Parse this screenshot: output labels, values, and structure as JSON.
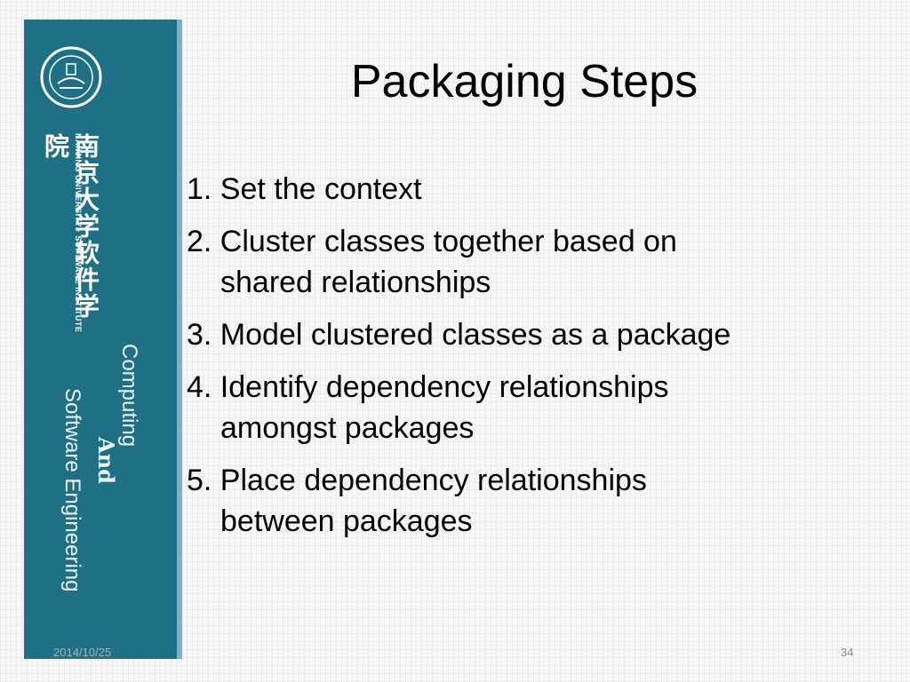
{
  "slide": {
    "title": "Packaging Steps",
    "steps": [
      {
        "line1": "1. Set the context",
        "line2": ""
      },
      {
        "line1": "2. Cluster classes together based on",
        "line2": "shared relationships"
      },
      {
        "line1": "3. Model clustered classes as a package",
        "line2": ""
      },
      {
        "line1": "4. Identify dependency relationships",
        "line2": "amongst packages"
      },
      {
        "line1": "5. Place dependency relationships",
        "line2": "between packages"
      }
    ],
    "date": "2014/10/25",
    "page_number": "34"
  },
  "sidebar": {
    "university_cn": "南京大学软件学院",
    "university_en": "NANJING UNIVERSITY · SOFTWARE INSTITUTE",
    "tagline_line1": "Computing",
    "tagline_line2": "And",
    "tagline_line3": "Software Engineering",
    "colors": {
      "panel": "#1f6f85",
      "panel_edge": "#7eb0c0"
    }
  }
}
